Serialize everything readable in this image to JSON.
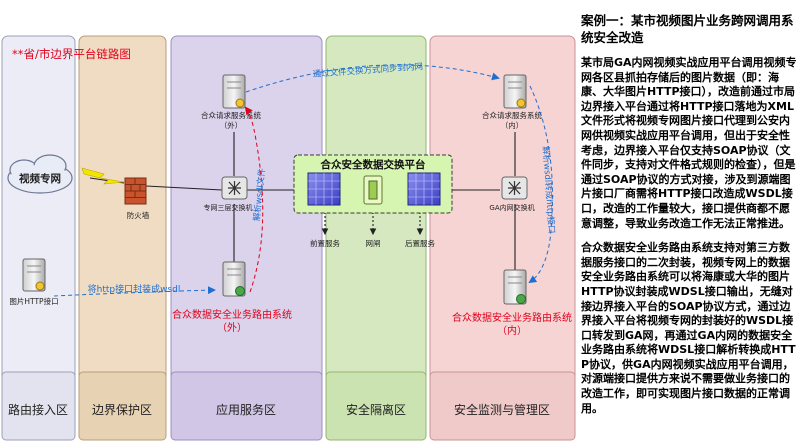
{
  "diagram": {
    "title": "**省/市边界平台链路图",
    "zones": [
      {
        "label": "路由接入区",
        "color": "#ececf6"
      },
      {
        "label": "边界保护区",
        "color": "#efdcc3"
      },
      {
        "label": "应用服务区",
        "color": "#dbd2eb"
      },
      {
        "label": "安全隔离区",
        "color": "#d5e8bf"
      },
      {
        "label": "安全监测与管理区",
        "color": "#f6d4d4"
      }
    ],
    "cloud_label": "视频专网",
    "devices": {
      "pic_server": "图片HTTP接口",
      "firewall": "防火墙",
      "switch_ext": "专网三层交换机",
      "switch_int": "GA内网交换机",
      "req_ext_l1": "合众请求服务系统",
      "req_ext_l2": "（外）",
      "req_int_l1": "合众请求服务系统",
      "req_int_l2": "（内）",
      "bus_ext_l1": "合众数据安全业务路由系统",
      "bus_ext_l2": "（外）",
      "bus_int_l1": "合众数据安全业务路由系统",
      "bus_int_l2": "（内）"
    },
    "exchange": {
      "title": "合众安全数据交换平台",
      "front": "前置服务",
      "gap": "网闸",
      "back": "后置服务"
    },
    "annotations": {
      "top": "通过文件交换方式同步到内网",
      "left_vertical": "解析wsdl文件",
      "right_vertical": "解析wsdl转成http接口",
      "bottom": "将http接口封装成wsdl"
    },
    "colors": {
      "red_text": "#e0001a",
      "blue_text": "#1f6fd0",
      "exchange_fill": "#d6f5b0",
      "arrow_blue": "#1f6fd0",
      "arrow_red": "#e0001a"
    }
  },
  "panel": {
    "title": "案例一：某市视频图片业务跨网调用系统安全改造",
    "para1": "某市局GA内网视频实战应用平台调用视频专网各区县抓拍存储后的图片数据（即：海康、大华图片HTTP接口），改造前通过市局边界接入平台通过将HTTP接口落地为XML文件形式将视频专网图片接口代理到公安内网供视频实战应用平台调用，但出于安全性考虑，边界接入平台仅支持SOAP协议（文件同步，支持对文件格式规则的检查），但是通过SOAP协议的方式对接，涉及到源端图片接口厂商需将HTTP接口改造成WSDL接口，改造的工作量较大，接口提供商都不愿意调整，导致业务改造工作无法正常推进。",
    "para2": "合众数据安全业务路由系统支持对第三方数据服务接口的二次封装，视频专网上的数据安全业务路由系统可以将海康或大华的图片HTTP协议封装成WDSL接口输出，无缝对接边界接入平台的SOAP协议方式，通过边界接入平台将视频专网的封装好的WSDL接口转发到GA网，再通过GA内网的数据安全业务路由系统将WDSL接口解析转换成HTTP协议，供GA内网视频实战应用平台调用，对源端接口提供方来说不需要做业务接口的改造工作，即可实现图片接口数据的正常调用。"
  }
}
